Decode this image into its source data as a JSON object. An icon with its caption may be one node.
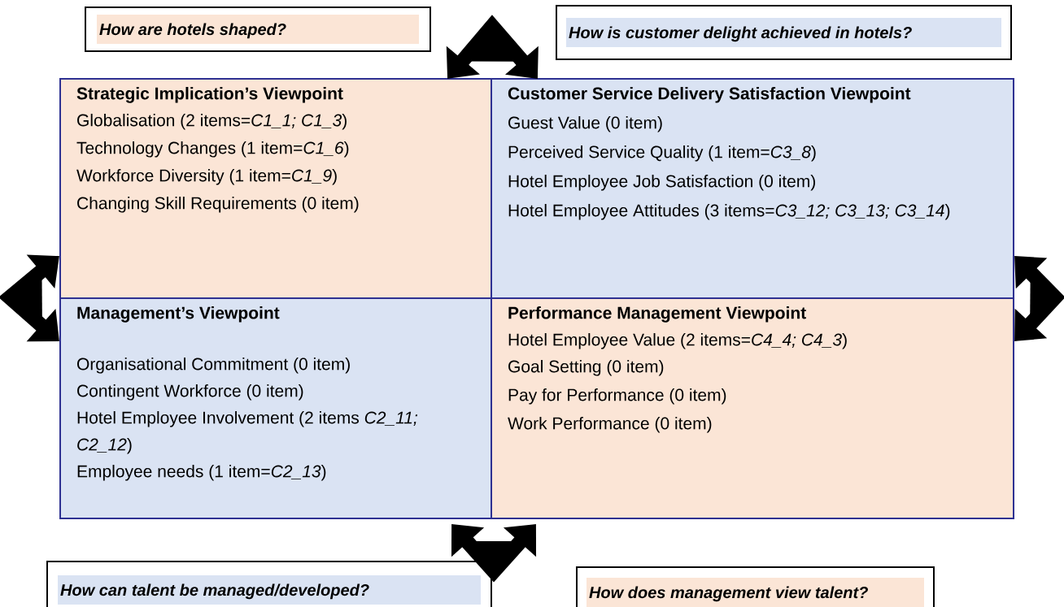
{
  "diagram": {
    "nodes": [
      {
        "text": [
          "How are hotels shaped?"
        ]
      },
      {
        "text": [
          "How is customer delight achieved in hotels?"
        ]
      },
      {
        "text": [
          "Strategic Implication’s Viewpoint",
          "Globalisation (2 items=*C1_1; C1_3*)",
          "Technology Changes (1 item=*C1_6*)",
          "Workforce Diversity (1 item=*C1_9*)",
          "Changing Skill Requirements (0 item)"
        ]
      },
      {
        "text": [
          "Customer Service Delivery Satisfaction Viewpoint",
          "Guest Value (0 item)",
          "Perceived Service Quality (1 item=*C3_8*)",
          "Hotel Employee Job Satisfaction (0 item)",
          "Hotel Employee Attitudes (3 items=*C3_12; C3_13; C3_14*)"
        ]
      },
      {
        "text": [
          "Management’s Viewpoint",
          "Organisational Commitment (0 item)",
          "Contingent Workforce (0 item)",
          "Hotel Employee Involvement (2 items *C2_11; C2_12*)",
          "Employee needs (1 item=*C2_13*)"
        ]
      },
      {
        "text": [
          "Performance Management Viewpoint",
          "Hotel Employee Value (2 items=*C4_4; C4_3*)",
          "Goal Setting (0 item)",
          "Pay for Performance (0 item)",
          "Work Performance (0 item)"
        ]
      },
      {
        "text": [
          "How can talent be managed/developed?"
        ]
      },
      {
        "text": [
          "How does management view talent?"
        ]
      }
    ],
    "edges": [
      {
        "from": 2,
        "to": 3,
        "arrow": "both"
      },
      {
        "from": 2,
        "to": 4,
        "arrow": "both"
      },
      {
        "from": 3,
        "to": 5,
        "arrow": "both"
      },
      {
        "from": 4,
        "to": 5,
        "arrow": "both"
      }
    ]
  }
}
